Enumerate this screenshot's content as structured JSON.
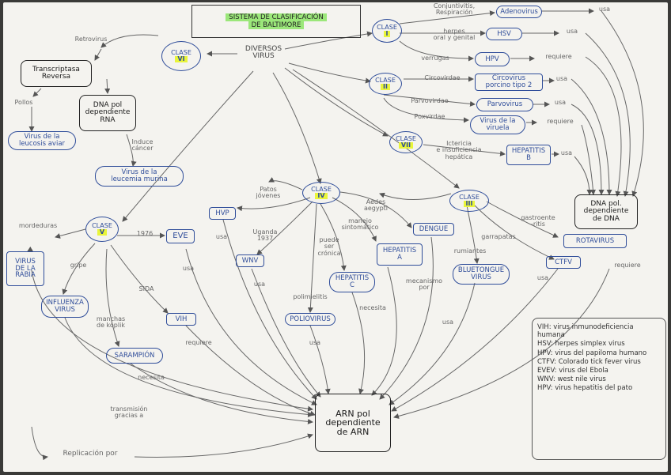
{
  "title_lines": [
    "SISTEMA DE CLASIFICACIÓN",
    "DE BALTIMORE"
  ],
  "root": "DIVERSOS\nVIRUS",
  "classes": [
    {
      "label": "CLASE",
      "num": "I"
    },
    {
      "label": "CLASE",
      "num": "II"
    },
    {
      "label": "CLASE",
      "num": "VII"
    },
    {
      "label": "CLASE",
      "num": "VI"
    },
    {
      "label": "CLASE",
      "num": "V"
    },
    {
      "label": "CLASE",
      "num": "IV"
    },
    {
      "label": "CLASE",
      "num": "III"
    }
  ],
  "targets": {
    "dna": "DNA pol.\ndependiente\nde DNA",
    "arn": "ARN pol\ndependiente\nde ARN"
  },
  "viruses": {
    "adenovirus": "Adenovirus",
    "hsv": "HSV",
    "hpv": "HPV",
    "circovirus": "Circovirus\nporcino tipo 2",
    "parvovirus": "Parvovirus",
    "viruela": "Virus de la\nviruela",
    "hepb": "HEPATITIS\nB",
    "leucosis": "Virus de la\nleucosis aviar",
    "leucemia": "Virus de la\nleucemia murina",
    "rabia": "VIRUS\nDE LA\nRABIA",
    "influenza": "INFLUENZA\nVIRUS",
    "sarampion": "SARAMPIÓN",
    "vih": "VIH",
    "eve": "EVE",
    "hvp": "HVP",
    "wnv": "WNV",
    "poliovirus": "POLIOVIRUS",
    "hepc": "HEPATITIS\nC",
    "hepa": "HEPATITIS\nA",
    "dengue": "DENGUE",
    "bluetongue": "BLUETONGUE\nVIRUS",
    "ctfv": "CTFV",
    "rotavirus": "ROTAVIRUS"
  },
  "black_nodes": {
    "transcriptasa": "Transcriptasa\nReversa",
    "dnapolrna": "DNA pol\ndependiente\nRNA"
  },
  "labels": {
    "conjuntivitis": "Conjuntivitis,\nRespiración",
    "herpes": "herpes\noral y genital",
    "verrugas": "verrugas",
    "circovirdae": "Circovirdae",
    "parvovirdae": "Parvovirdae",
    "poxvirdae": "Poxvirdae",
    "ictericia": "Ictericia\ne insuficiencia\nhepática",
    "retrovirus": "Retrovirus",
    "pollos": "Pollos",
    "induce": "Induce\ncáncer",
    "mordeduras": "mordeduras",
    "gripe": "gripe",
    "manchas": "manchas\nde koplik",
    "sida": "SIDA",
    "y1976": "1976",
    "patos": "Patos\njóvenes",
    "uganda": "Uganda\n1937",
    "aedes": "Aedes\naegypti",
    "manejo": "manejo\nsintomático",
    "puede": "puede\nser\ncrónica",
    "polimielitis": "polimielitis",
    "rumiantes": "rumiantes",
    "garrapatas": "garrapatas",
    "gastro": "gastroente\n-ritis",
    "transmision": "transmisión\ngracias a",
    "replicacion": "Replicación por",
    "usa": "usa",
    "requiere": "requiere",
    "necesita": "necesita",
    "mecanismo": "mecanismo\npor"
  },
  "legend": [
    "VIH: virus inmunodeficiencia humana",
    "HSV: herpes simplex virus",
    "HPV: virus del papiloma humano",
    "CTFV: Colorado tick fever virus",
    "EVEV: virus del Ebola",
    "WNV: west nile virus",
    "HPV: virus hepatitis del pato"
  ]
}
